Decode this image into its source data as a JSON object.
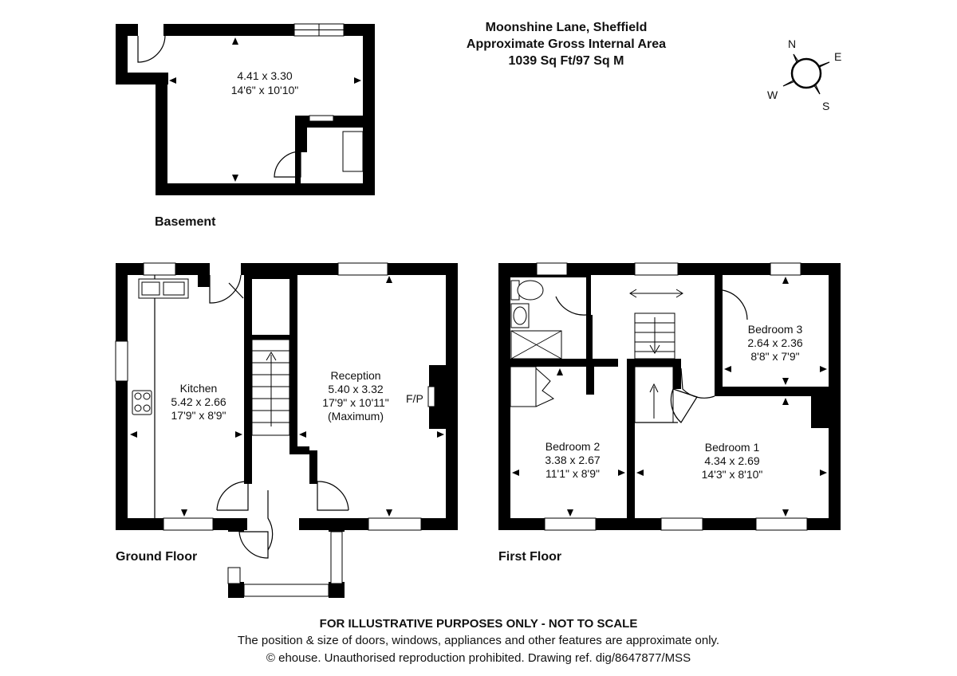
{
  "header": {
    "address": "Moonshine Lane, Sheffield",
    "area_title": "Approximate Gross Internal Area",
    "area_value": "1039 Sq Ft/97 Sq M"
  },
  "compass": {
    "n": "N",
    "e": "E",
    "s": "S",
    "w": "W"
  },
  "floors": {
    "basement": {
      "label": "Basement",
      "room": {
        "metric": "4.41 x 3.30",
        "imperial": "14'6\" x 10'10\""
      }
    },
    "ground": {
      "label": "Ground Floor",
      "kitchen": {
        "name": "Kitchen",
        "metric": "5.42 x 2.66",
        "imperial": "17'9\" x 8'9\""
      },
      "reception": {
        "name": "Reception",
        "metric": "5.40 x 3.32",
        "imperial": "17'9\" x 10'11\"",
        "note": "(Maximum)"
      },
      "fireplace": "F/P"
    },
    "first": {
      "label": "First Floor",
      "bedroom1": {
        "name": "Bedroom 1",
        "metric": "4.34 x 2.69",
        "imperial": "14'3\" x 8'10\""
      },
      "bedroom2": {
        "name": "Bedroom 2",
        "metric": "3.38 x 2.67",
        "imperial": "11'1\" x 8'9\""
      },
      "bedroom3": {
        "name": "Bedroom 3",
        "metric": "2.64 x 2.36",
        "imperial": "8'8\" x 7'9\""
      }
    }
  },
  "footer": {
    "disclaimer": "FOR ILLUSTRATIVE PURPOSES ONLY - NOT TO SCALE",
    "note": "The position & size of doors, windows, appliances and other features are approximate only.",
    "copyright": "© ehouse. Unauthorised reproduction prohibited. Drawing ref. dig/8647877/MSS"
  }
}
